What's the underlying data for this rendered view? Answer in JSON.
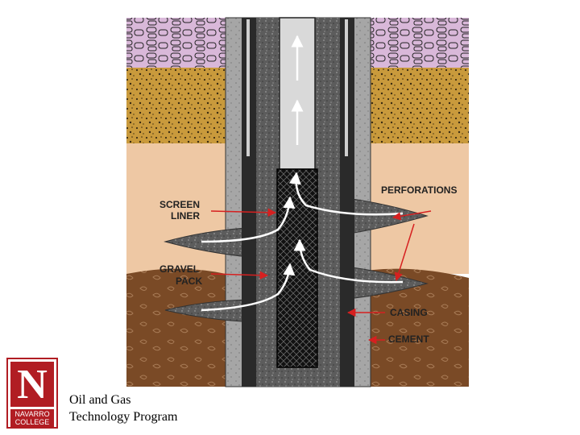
{
  "diagram": {
    "labels": {
      "screen_liner": [
        "SCREEN",
        "LINER"
      ],
      "gravel_pack": [
        "GRAVEL",
        "PACK"
      ],
      "perforations": "PERFORATIONS",
      "casing": "CASING",
      "cement": "CEMENT"
    },
    "colors": {
      "caprock": "#d9b8d9",
      "tan_sand": "#c99a3c",
      "producing_sand": "#eec8a4",
      "shale": "#7a4a26",
      "cement": "#a6a6a6",
      "gravel": "#5c5c5c",
      "tubing": "#d9d9d9",
      "screen": "#111111",
      "arrows": "#d62020"
    }
  },
  "logo": {
    "letter": "N",
    "name_line1": "NAVARRO",
    "name_line2": "COLLEGE",
    "color": "#b11d23"
  },
  "caption": {
    "line1": "Oil and Gas",
    "line2": "Technology Program"
  }
}
